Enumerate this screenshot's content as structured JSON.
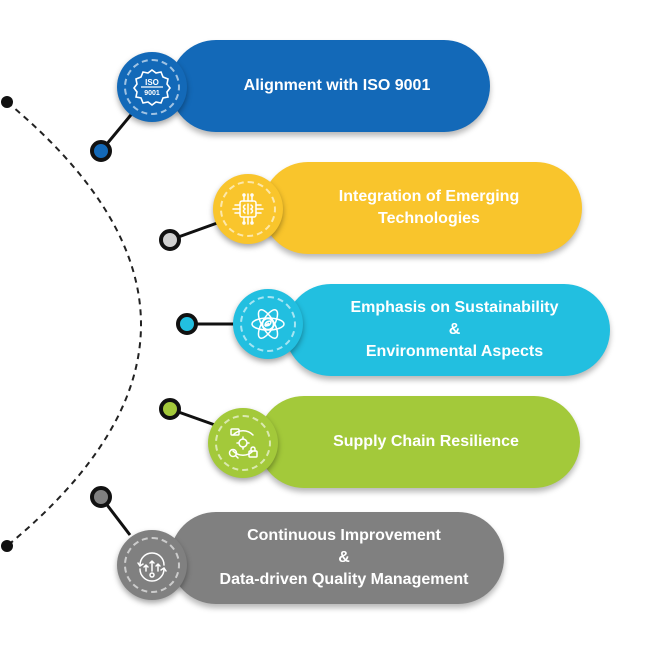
{
  "items": [
    {
      "key": "iso",
      "label": "Alignment with ISO 9001",
      "color": "#1369b8",
      "icon": "iso-certificate-icon"
    },
    {
      "key": "tech",
      "label": "Integration of Emerging\nTechnologies",
      "color": "#f9c52c",
      "icon": "ai-chip-icon"
    },
    {
      "key": "sustain",
      "label": "Emphasis on Sustainability\n&\nEnvironmental Aspects",
      "color": "#22bfe0",
      "icon": "eco-atom-icon"
    },
    {
      "key": "supply",
      "label": "Supply Chain Resilience",
      "color": "#a3c93a",
      "icon": "supply-chain-cycle-icon"
    },
    {
      "key": "improve",
      "label": "Continuous Improvement\n&\nData-driven Quality Management",
      "color": "#808080",
      "icon": "improvement-cycle-icon"
    }
  ],
  "iso_badge_text": {
    "top": "ISO",
    "bottom": "9001"
  },
  "colors": {
    "arc": "#222222",
    "connector": "#111111",
    "node_fill": "#ffffff"
  }
}
